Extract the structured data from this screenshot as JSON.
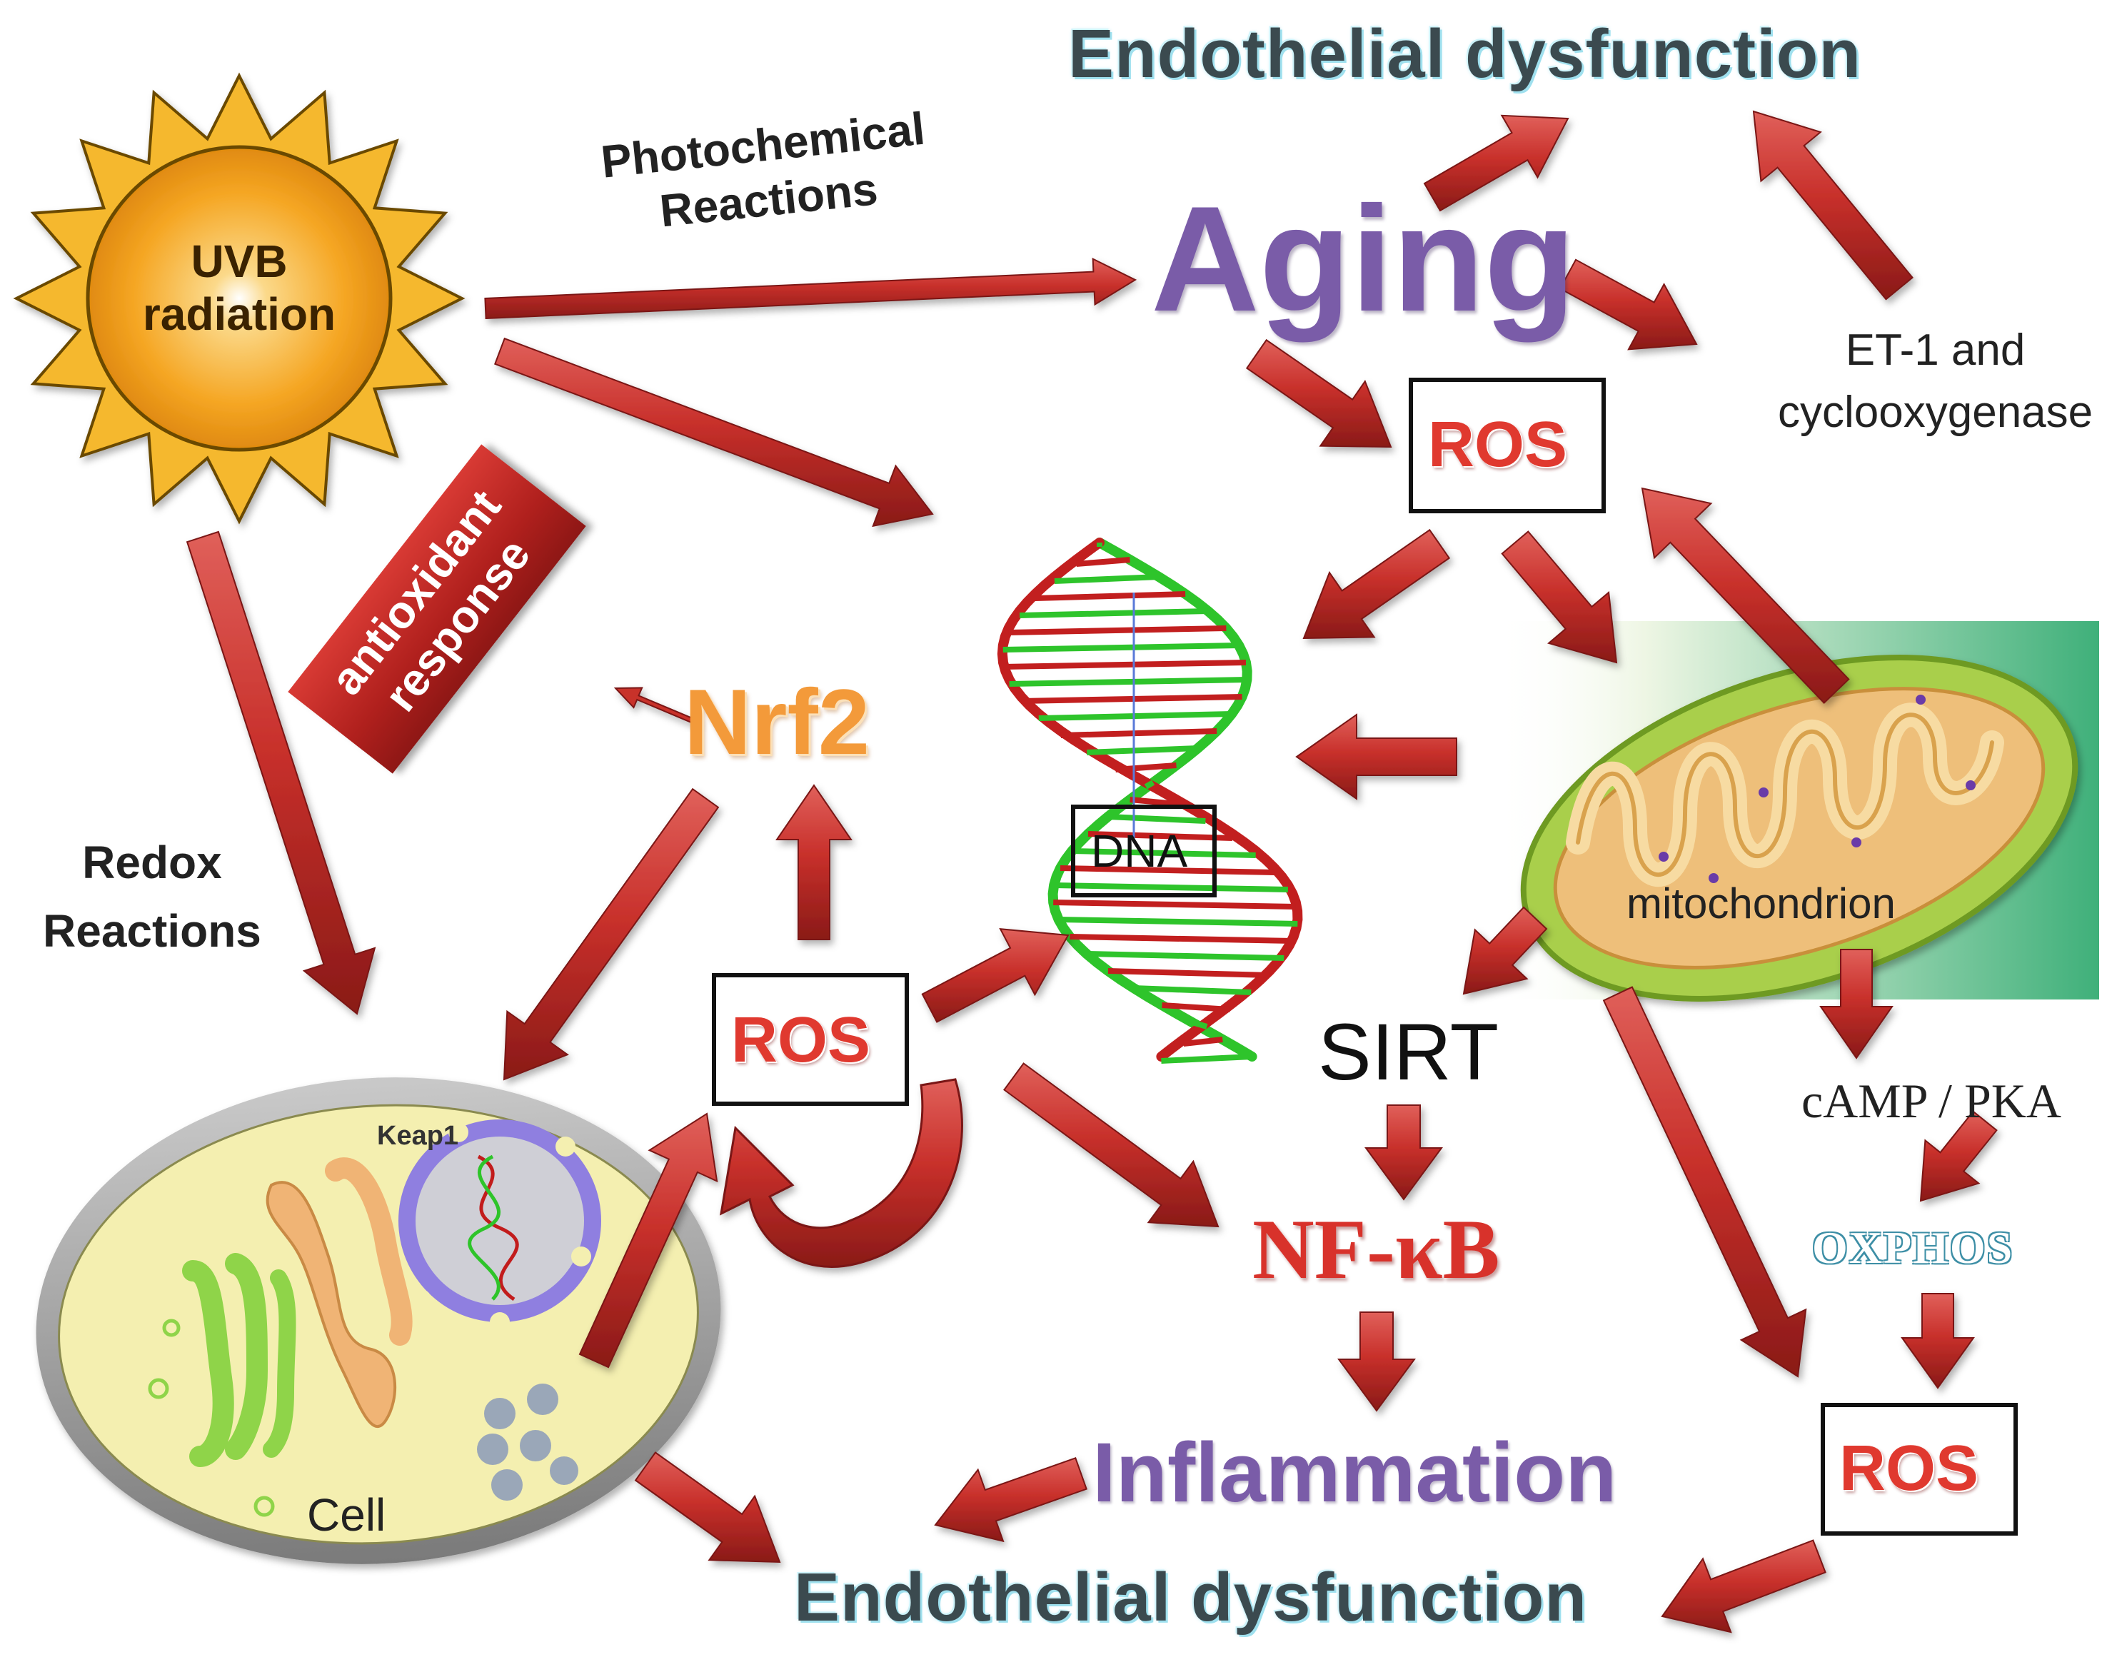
{
  "nodes": {
    "endothelial_top": "Endothelial dysfunction",
    "aging": "Aging",
    "photochemical": "Photochemical\nReactions",
    "uvb": "UVB\nradiation",
    "et1": "ET-1 and\ncyclooxygenase",
    "ros_top": "ROS",
    "antioxidant": "antioxidant\nresponse",
    "nrf2": "Nrf2",
    "dna": "DNA",
    "mitochondrion": "mitochondrion",
    "redox": "Redox\nReactions",
    "ros_mid": "ROS",
    "sirt": "SIRT",
    "camp_pka": "cAMP / PKA",
    "keap1": "Keap1",
    "oxphos": "OXPHOS",
    "nfkb": "NF-κB",
    "cell": "Cell",
    "inflammation": "Inflammation",
    "ros_bottom": "ROS",
    "endothelial_bottom": "Endothelial dysfunction"
  },
  "colors": {
    "arrow": "#c8302b",
    "aging_text": "#7a5ca8",
    "ros_text": "#e0392f",
    "nrf2_text": "#f39a3a",
    "sun_body": "#f5a623",
    "dna_strand_a": "#2ec42b",
    "dna_strand_b": "#c21f1f",
    "mito_outer": "#a5cc4a",
    "cell_fill": "#f4efb0"
  }
}
